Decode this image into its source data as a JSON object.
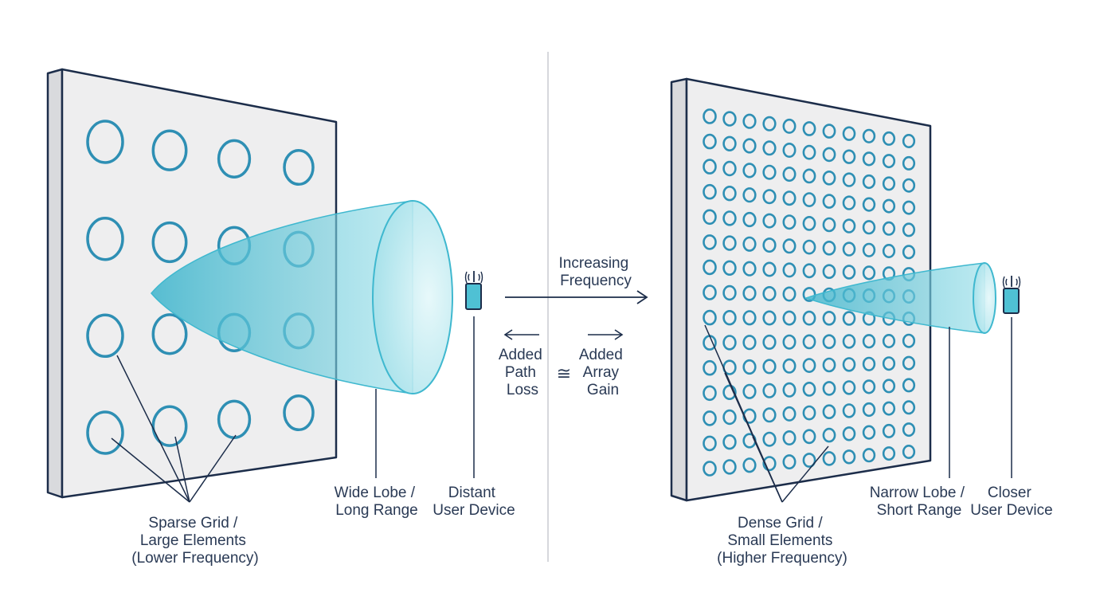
{
  "colors": {
    "ink": "#1c2d4a",
    "panel_face": "#eeeeef",
    "panel_edge": "#d9dadd",
    "element": "#2e8fb4",
    "beam": "#56c3d6",
    "text": "#2a3a55",
    "divider": "#c9ccd1"
  },
  "left": {
    "grid": {
      "rows": 4,
      "cols": 4
    },
    "labels": {
      "grid_lines": [
        "Sparse Grid /",
        "Large Elements",
        "(Lower Frequency)"
      ],
      "lobe_lines": [
        "Wide Lobe /",
        "Long Range"
      ],
      "device_lines": [
        "Distant",
        "User Device"
      ]
    },
    "icons": {
      "device": "antenna-device-icon"
    }
  },
  "middle": {
    "frequency_lines": [
      "Increasing",
      "Frequency"
    ],
    "path_loss_lines": [
      "Added",
      "Path",
      "Loss"
    ],
    "approx_symbol": "≅",
    "array_gain_lines": [
      "Added",
      "Array",
      "Gain"
    ],
    "icons": {
      "frequency_arrow": "arrow-right-icon",
      "path_loss_arrow": "arrow-left-icon",
      "array_gain_arrow": "arrow-right-icon"
    }
  },
  "right": {
    "grid": {
      "rows": 15,
      "cols": 11
    },
    "labels": {
      "grid_lines": [
        "Dense Grid /",
        "Small Elements",
        "(Higher Frequency)"
      ],
      "lobe_lines": [
        "Narrow Lobe /",
        "Short Range"
      ],
      "device_lines": [
        "Closer",
        "User Device"
      ]
    },
    "icons": {
      "device": "antenna-device-icon"
    }
  }
}
